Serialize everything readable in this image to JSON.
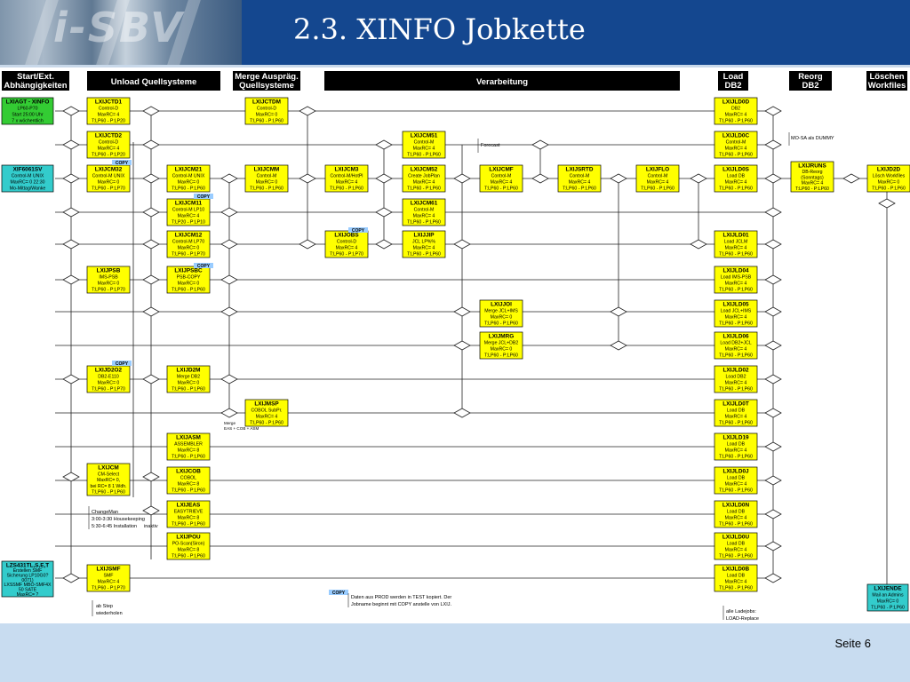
{
  "slide": {
    "title": "2.3. XINFO Jobkette",
    "logo_text": "i-SBV",
    "page_label": "Seite 6"
  },
  "colors": {
    "header_blue": "#14478f",
    "footer_blue": "#c8dcf0",
    "job_yellow": "#ffff00",
    "job_green": "#33cc33",
    "job_cyan": "#33cccc",
    "copy_tag": "#99ccff"
  },
  "columns": [
    {
      "id": "start",
      "lines": [
        "Start/Ext.",
        "Abhängigkeiten"
      ]
    },
    {
      "id": "unload",
      "lines": [
        "Unload Quellsysteme"
      ]
    },
    {
      "id": "merge",
      "lines": [
        "Merge Auspräg.",
        "Quellsysteme"
      ]
    },
    {
      "id": "verarbeitung",
      "lines": [
        "Verarbeitung"
      ]
    },
    {
      "id": "load",
      "lines": [
        "Load",
        "DB2"
      ]
    },
    {
      "id": "reorg",
      "lines": [
        "Reorg",
        "DB2"
      ]
    },
    {
      "id": "loeschen",
      "lines": [
        "Löschen",
        "Workfiles"
      ]
    }
  ],
  "jobs": [
    {
      "id": "lxiagt",
      "kind": "green",
      "lines": [
        "LXIAGT - XINFO",
        "LP60-P70",
        "Start 25:00 Uhr",
        "7 x wöchentlich"
      ]
    },
    {
      "id": "xif",
      "kind": "cyan",
      "lines": [
        "XIF6061SV",
        "Control-M UNIX",
        "MaxRC= 0 22:30",
        "Mo-Mittag/Wanke"
      ]
    },
    {
      "id": "lzs",
      "kind": "cyan",
      "lines": [
        "LZS431TL,S,E,T",
        "Erstellen SMF",
        "Sicherung LP10G0?",
        "0071)",
        "LXSSMF MBO-SMF4X",
        "50 SATE",
        "MaxRC= ?"
      ]
    },
    {
      "id": "lxijctd1",
      "lines": [
        "LXIJCTD1",
        "Control-D",
        "MaxRC= 4",
        "T:LP60 - P:LP20"
      ]
    },
    {
      "id": "lxijctd2",
      "lines": [
        "LXIJCTD2",
        "Control-D",
        "MaxRC= 4",
        "T:LP60 - P:LP20"
      ]
    },
    {
      "id": "lxijcm32",
      "lines": [
        "LXIJCM32",
        "Control-M UNIX",
        "MaxRC= 0",
        "T:LP60 - P:LP70"
      ]
    },
    {
      "id": "lxijpsb",
      "lines": [
        "LXIJPSB",
        "IMS-PSB",
        "MaxRC= 0",
        "T:LP60 - P:LP70"
      ]
    },
    {
      "id": "lxijd2o2",
      "lines": [
        "LXIJD2O2",
        "DB2-E110",
        "MaxRC= 0",
        "T:LP60 - P:LP70"
      ]
    },
    {
      "id": "lxijcm",
      "lines": [
        "LXIJCM",
        "CM-Select",
        "MaxRC= 0,",
        "bei RC= 8 1 Wdh.",
        "T:LP60 - P:LP60"
      ]
    },
    {
      "id": "lxijsmf",
      "lines": [
        "LXIJSMF",
        "SMF",
        "MaxRC= 4",
        "T:LP60 - P:LP70"
      ]
    },
    {
      "id": "lxijcm21",
      "lines": [
        "LXIJCM21",
        "Control-M UNIX",
        "MaxRC= 0",
        "T:LP60 - P:LP60"
      ]
    },
    {
      "id": "lxijcm11",
      "lines": [
        "LXIJCM11",
        "Control-M LP10",
        "MaxRC= 4",
        "T:LP20 - P:LP10"
      ]
    },
    {
      "id": "lxijcm12",
      "lines": [
        "LXIJCM12",
        "Control-M LP70",
        "MaxRC= 0",
        "T:LP60 - P:LP70"
      ]
    },
    {
      "id": "lxijpsbc",
      "lines": [
        "LXIJPSBC",
        "PSB-COPY",
        "MaxRC= 0",
        "T:LP60 - P:LP60"
      ]
    },
    {
      "id": "lxijd2m",
      "lines": [
        "LXIJD2M",
        "Merge DB2",
        "MaxRC= 0",
        "T:LP60 - P:LP60"
      ]
    },
    {
      "id": "lxijasm",
      "lines": [
        "LXIJASM",
        "ASSEMBLER",
        "MaxRC= 8",
        "T:LP60 - P:LP60"
      ]
    },
    {
      "id": "lxijcob",
      "lines": [
        "LXIJCOB",
        "COBOL",
        "MaxRC= 8",
        "T:LP60 - P:LP60"
      ]
    },
    {
      "id": "lxijeas",
      "lines": [
        "LXIJEAS",
        "EASYTRIEVE",
        "MaxRC= 8",
        "T:LP60 - P:LP60"
      ]
    },
    {
      "id": "lxijpou",
      "lines": [
        "LXIJPOU",
        "PO-Scan(Siron)",
        "MaxRC= 8",
        "T:LP60 - P:LP60"
      ]
    },
    {
      "id": "lxijctdm",
      "lines": [
        "LXIJCTDM",
        "Control-D",
        "MaxRC= 0",
        "T:LP60 - P:LP60"
      ]
    },
    {
      "id": "lxijcmm",
      "lines": [
        "LXIJCMM",
        "Control-M",
        "MaxRC= 0",
        "T:LP60 - P:LP60"
      ]
    },
    {
      "id": "lxijmsp",
      "lines": [
        "LXIJMSP",
        "COBOL SubPr.",
        "MaxRC= 4",
        "T:LP60 - P:LP60"
      ]
    },
    {
      "id": "lxijcm3",
      "lines": [
        "LXIJCM3",
        "Control-M/HotPl",
        "MaxRC= 4",
        "T:LP60 - P:LP60"
      ]
    },
    {
      "id": "lxijobs",
      "lines": [
        "LXIJOBS",
        "Control-D",
        "MaxRC= 4",
        "T:LP60 - P:LP70"
      ]
    },
    {
      "id": "lxijcm51",
      "lines": [
        "LXIJCM51",
        "Control-M",
        "MaxRC= 4",
        "T:LP60 - P:LP60"
      ]
    },
    {
      "id": "lxijcm52",
      "lines": [
        "LXIJCM52",
        "Create JobPlan",
        "MaxRC= 4",
        "T:LP60 - P:LP60"
      ]
    },
    {
      "id": "lxijcm61",
      "lines": [
        "LXIJCM61",
        "Control-M",
        "MaxRC= 4",
        "T:LP60 - P:LP60"
      ]
    },
    {
      "id": "lxijjip",
      "lines": [
        "LXIJJIP",
        "JCL LP%%",
        "MaxRC= 4",
        "T:LP60 - P:LP60"
      ]
    },
    {
      "id": "lxijjoi",
      "lines": [
        "LXIJJOI",
        "Merge JCL+IMS",
        "MaxRC= 0",
        "T:LP60 - P:LP60"
      ]
    },
    {
      "id": "lxijmrg",
      "lines": [
        "LXIJMRG",
        "Merge JCL+DB2",
        "MaxRC= 0",
        "T:LP60 - P:LP60"
      ]
    },
    {
      "id": "lxijcmf",
      "lines": [
        "LXIJCMF",
        "Control-M",
        "MaxRC= 4",
        "T:LP60 - P:LP60"
      ]
    },
    {
      "id": "lxijsrtd",
      "lines": [
        "LXIJSRTD",
        "Control-M",
        "MaxRC= 4",
        "T:LP60 - P:LP60"
      ]
    },
    {
      "id": "lxijflo",
      "lines": [
        "LXIJFLO",
        "Control-M",
        "MaxRC= 4",
        "T:LP60 - P:LP60"
      ]
    },
    {
      "id": "lxijld0d",
      "lines": [
        "LXIJLD0D",
        "DB2",
        "MaxRC= 4",
        "T:LP60 - P:LP60"
      ]
    },
    {
      "id": "lxijld0c",
      "lines": [
        "LXIJLD0C",
        "Control-M",
        "MaxRC= 4",
        "T:LP60 - P:LP60"
      ]
    },
    {
      "id": "lxijld0s",
      "lines": [
        "LXIJLD0S",
        "Load DB",
        "MaxRC= 4",
        "T:LP60 - P:LP60"
      ]
    },
    {
      "id": "lxijld01",
      "lines": [
        "LXIJLD01",
        "Load JCLM",
        "MaxRC= 4",
        "T:LP60 - P:LP60"
      ]
    },
    {
      "id": "lxijld04",
      "lines": [
        "LXIJLD04",
        "Load IMS-PSB",
        "MaxRC= 4",
        "T:LP60 - P:LP60"
      ]
    },
    {
      "id": "lxijld05",
      "lines": [
        "LXIJLD05",
        "Load JCL+IMS",
        "MaxRC= 4",
        "T:LP60 - P:LP60"
      ]
    },
    {
      "id": "lxijld06",
      "lines": [
        "LXIJLD06",
        "Load DB2+JCL",
        "MaxRC= 4",
        "T:LP60 - P:LP60"
      ]
    },
    {
      "id": "lxijld02",
      "lines": [
        "LXIJLD02",
        "Load DB2",
        "MaxRC= 4",
        "T:LP60 - P:LP60"
      ]
    },
    {
      "id": "lxijld0t",
      "lines": [
        "LXIJLD0T",
        "Load DB",
        "MaxRC= 4",
        "T:LP60 - P:LP60"
      ]
    },
    {
      "id": "lxijld19",
      "lines": [
        "LXIJLD19",
        "Load DB",
        "MaxRC= 4",
        "T:LP60 - P:LP60"
      ]
    },
    {
      "id": "lxijld0j",
      "lines": [
        "LXIJLD0J",
        "Load DB",
        "MaxRC= 4",
        "T:LP60 - P:LP60"
      ]
    },
    {
      "id": "lxijld0n",
      "lines": [
        "LXIJLD0N",
        "Load DB",
        "MaxRC= 4",
        "T:LP60 - P:LP60"
      ]
    },
    {
      "id": "lxijld0u",
      "lines": [
        "LXIJLD0U",
        "Load DB",
        "MaxRC= 4",
        "T:LP60 - P:LP60"
      ]
    },
    {
      "id": "lxijld0b",
      "lines": [
        "LXIJLD0B",
        "Load DB",
        "MaxRC= 4",
        "T:LP60 - P:LP60"
      ]
    },
    {
      "id": "lxijruns",
      "lines": [
        "LXIJRUNS",
        "DB-Reorg",
        "(Sonntags)",
        "MaxRC= 4",
        "T:LP60 - P:LP60"
      ]
    },
    {
      "id": "lxijd2d",
      "lines": [
        "LXIJD2D",
        "Lösch Workfiles",
        "MaxRC= 0",
        "T:LP60 - P:LP60"
      ]
    },
    {
      "id": "lxijende",
      "kind": "cyan",
      "lines": [
        "LXIJENDE",
        "Mail an Admins",
        "MaxRC= 0",
        "T:LP60 - P:LP60"
      ]
    }
  ],
  "copy_tag_text": "COPY",
  "notes": {
    "forecast": "Forecast",
    "mosa": "MO-SA als DUMMY",
    "changeman": [
      "ChangeMan",
      "3:00-3:30 Housekeeping",
      "5:30-6:45 Installation"
    ],
    "inaktiv": "inaktiv",
    "merge_note": [
      "Merge",
      "EAS + COB + ASM"
    ],
    "ab_step": [
      "ab Step",
      "wiederholen"
    ],
    "copy_legend": [
      "Daten aus PROD werden in TEST kopiert. Der",
      "Jobname beginnt mit COPY anstelle von LXIJ."
    ],
    "ladejobs": [
      "alle Ladejobs:",
      "LOAD-Replace"
    ]
  }
}
